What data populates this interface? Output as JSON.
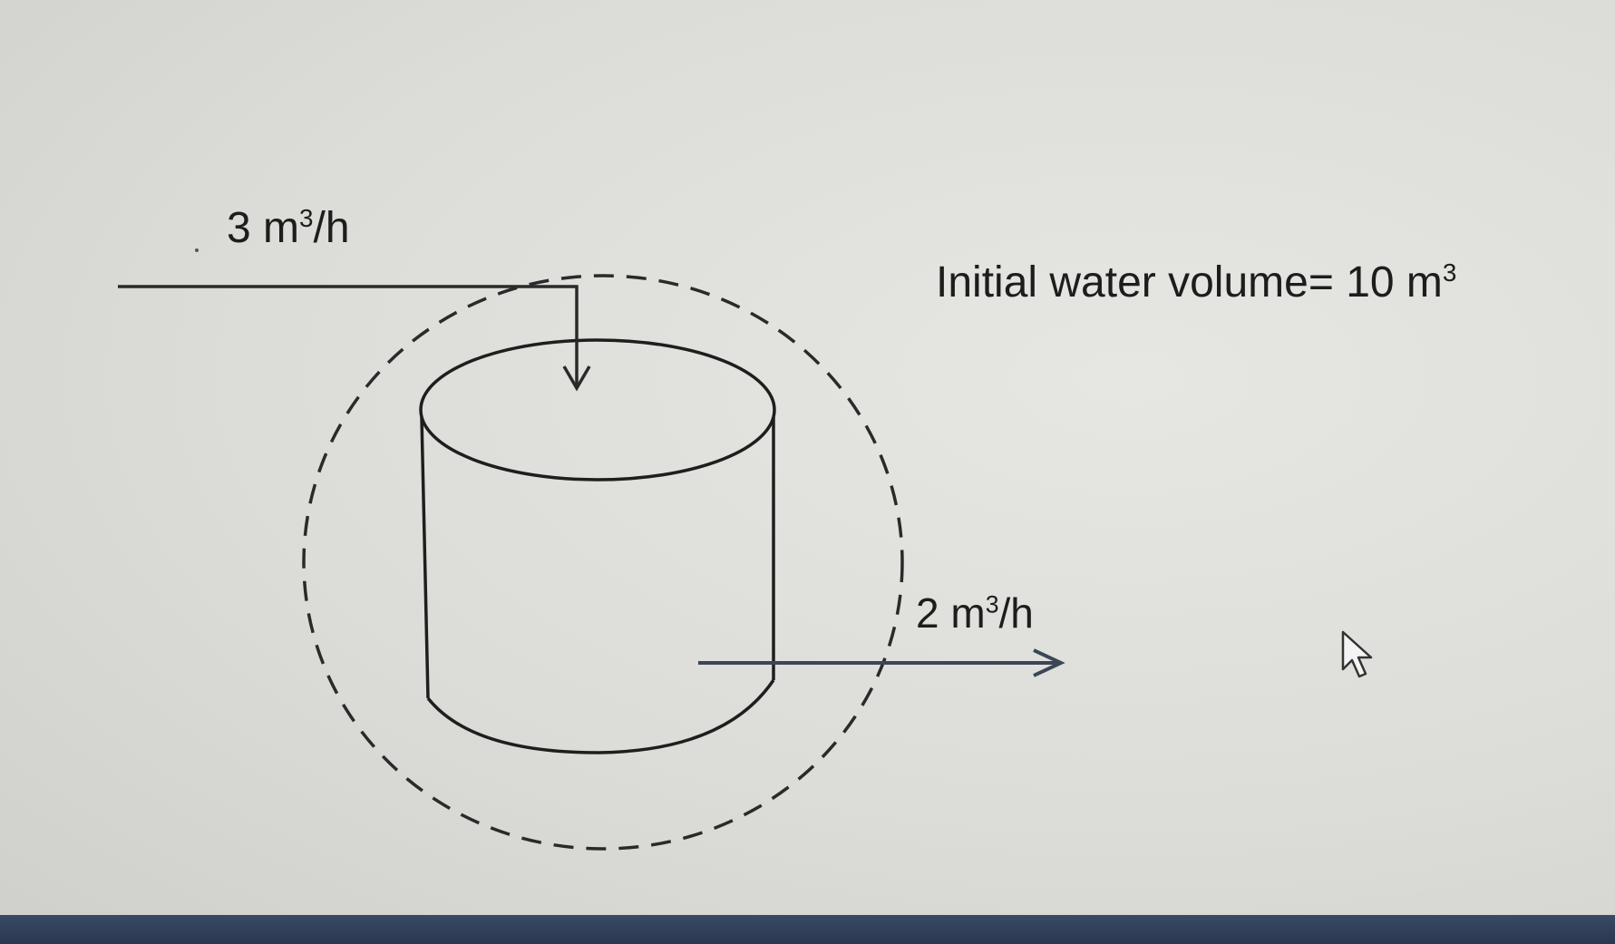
{
  "labels": {
    "inflow_value": "3 m",
    "inflow_exp": "3",
    "inflow_unit": "/h",
    "outflow_value": "2 m",
    "outflow_exp": "3",
    "outflow_unit": "/h",
    "volume_text": "Initial water volume= 10 m",
    "volume_exp": "3"
  },
  "icons": {
    "cursor": "mouse-pointer-icon"
  },
  "colors": {
    "ink": "#2a2a2a",
    "arrow": "#3b4656",
    "taskbar": "#2f3d56"
  }
}
